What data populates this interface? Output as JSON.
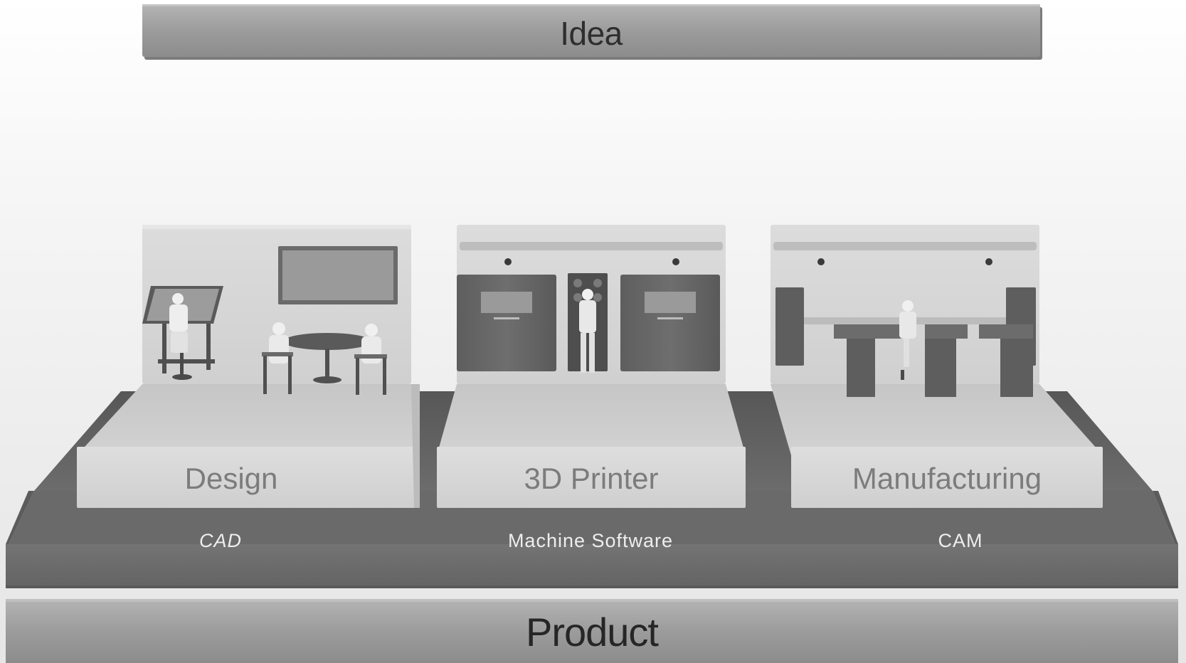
{
  "top_bar": {
    "label": "Idea"
  },
  "bottom_bar": {
    "label": "Product"
  },
  "modules": [
    {
      "title": "Design",
      "layer_label": "CAD",
      "scene": "design-studio"
    },
    {
      "title": "3D Printer",
      "layer_label": "Machine Software",
      "scene": "print-room"
    },
    {
      "title": "Manufacturing",
      "layer_label": "CAM",
      "scene": "assembly-line"
    }
  ],
  "colors": {
    "bar": "#9a9a9a",
    "base_platform": "#6e6e6e",
    "module_block": "#d4d4d4",
    "wall": "#d8d8d8",
    "machine": "#6a6a6a"
  }
}
